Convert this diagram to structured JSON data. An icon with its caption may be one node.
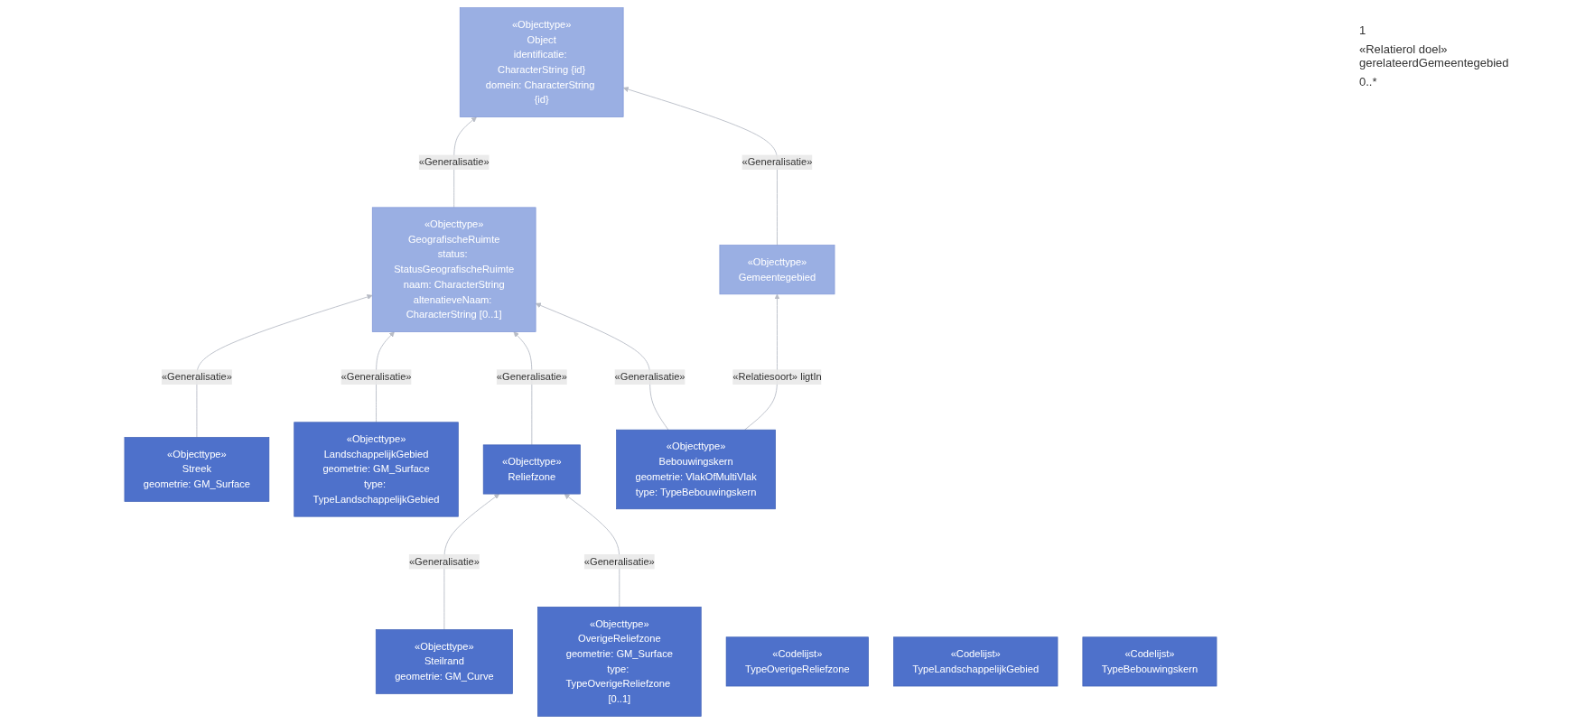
{
  "diagram": {
    "nodes": [
      {
        "text": [
          "«Objecttype»",
          "Object",
          "identificatie: CharacterString {id}",
          "domein: CharacterString {id}"
        ]
      },
      {
        "text": [
          "«Objecttype»",
          "GeografischeRuimte",
          "status: StatusGeografischeRuimte",
          "naam: CharacterString",
          "altenatieveNaam: CharacterString [0..1]"
        ]
      },
      {
        "text": [
          "«Objecttype»",
          "Gemeentegebied"
        ]
      },
      {
        "text": [
          "«Objecttype»",
          "Streek",
          "geometrie: GM_Surface"
        ]
      },
      {
        "text": [
          "«Objecttype»",
          "LandschappelijkGebied",
          "geometrie: GM_Surface",
          "type: TypeLandschappelijkGebied"
        ]
      },
      {
        "text": [
          "«Objecttype»",
          "Reliefzone"
        ]
      },
      {
        "text": [
          "«Objecttype»",
          "Bebouwingskern",
          "geometrie: VlakOfMultiVlak",
          "type: TypeBebouwingskern"
        ]
      },
      {
        "text": [
          "«Objecttype»",
          "Steilrand",
          "geometrie: GM_Curve"
        ]
      },
      {
        "text": [
          "«Objecttype»",
          "OverigeReliefzone",
          "geometrie: GM_Surface",
          "type: TypeOverigeReliefzone [0..1]"
        ]
      },
      {
        "text": [
          "«Codelijst»",
          "TypeOverigeReliefzone"
        ]
      },
      {
        "text": [
          "«Codelijst»",
          "TypeLandschappelijkGebied"
        ]
      },
      {
        "text": [
          "«Codelijst»",
          "TypeBebouwingskern"
        ]
      }
    ],
    "edges": [
      {
        "from": 1,
        "to": 0,
        "arrow": "to",
        "label": "«Generalisatie»"
      },
      {
        "from": 2,
        "to": 0,
        "arrow": "to",
        "label": "«Generalisatie»"
      },
      {
        "from": 3,
        "to": 1,
        "arrow": "to",
        "label": "«Generalisatie»"
      },
      {
        "from": 4,
        "to": 1,
        "arrow": "to",
        "label": "«Generalisatie»"
      },
      {
        "from": 5,
        "to": 1,
        "arrow": "to",
        "label": "«Generalisatie»"
      },
      {
        "from": 6,
        "to": 1,
        "arrow": "to",
        "label": "«Generalisatie»"
      },
      {
        "from": 7,
        "to": 5,
        "arrow": "to",
        "label": "«Generalisatie»"
      },
      {
        "from": 8,
        "to": 5,
        "arrow": "to",
        "label": "«Generalisatie»"
      },
      {
        "from": 6,
        "to": 2,
        "arrow": "to",
        "label": "«Relatiesoort» ligtIn"
      }
    ],
    "labels": [
      "1",
      "«Relatierol doel» gerelateerdGemeentegebied",
      "0..*"
    ]
  }
}
